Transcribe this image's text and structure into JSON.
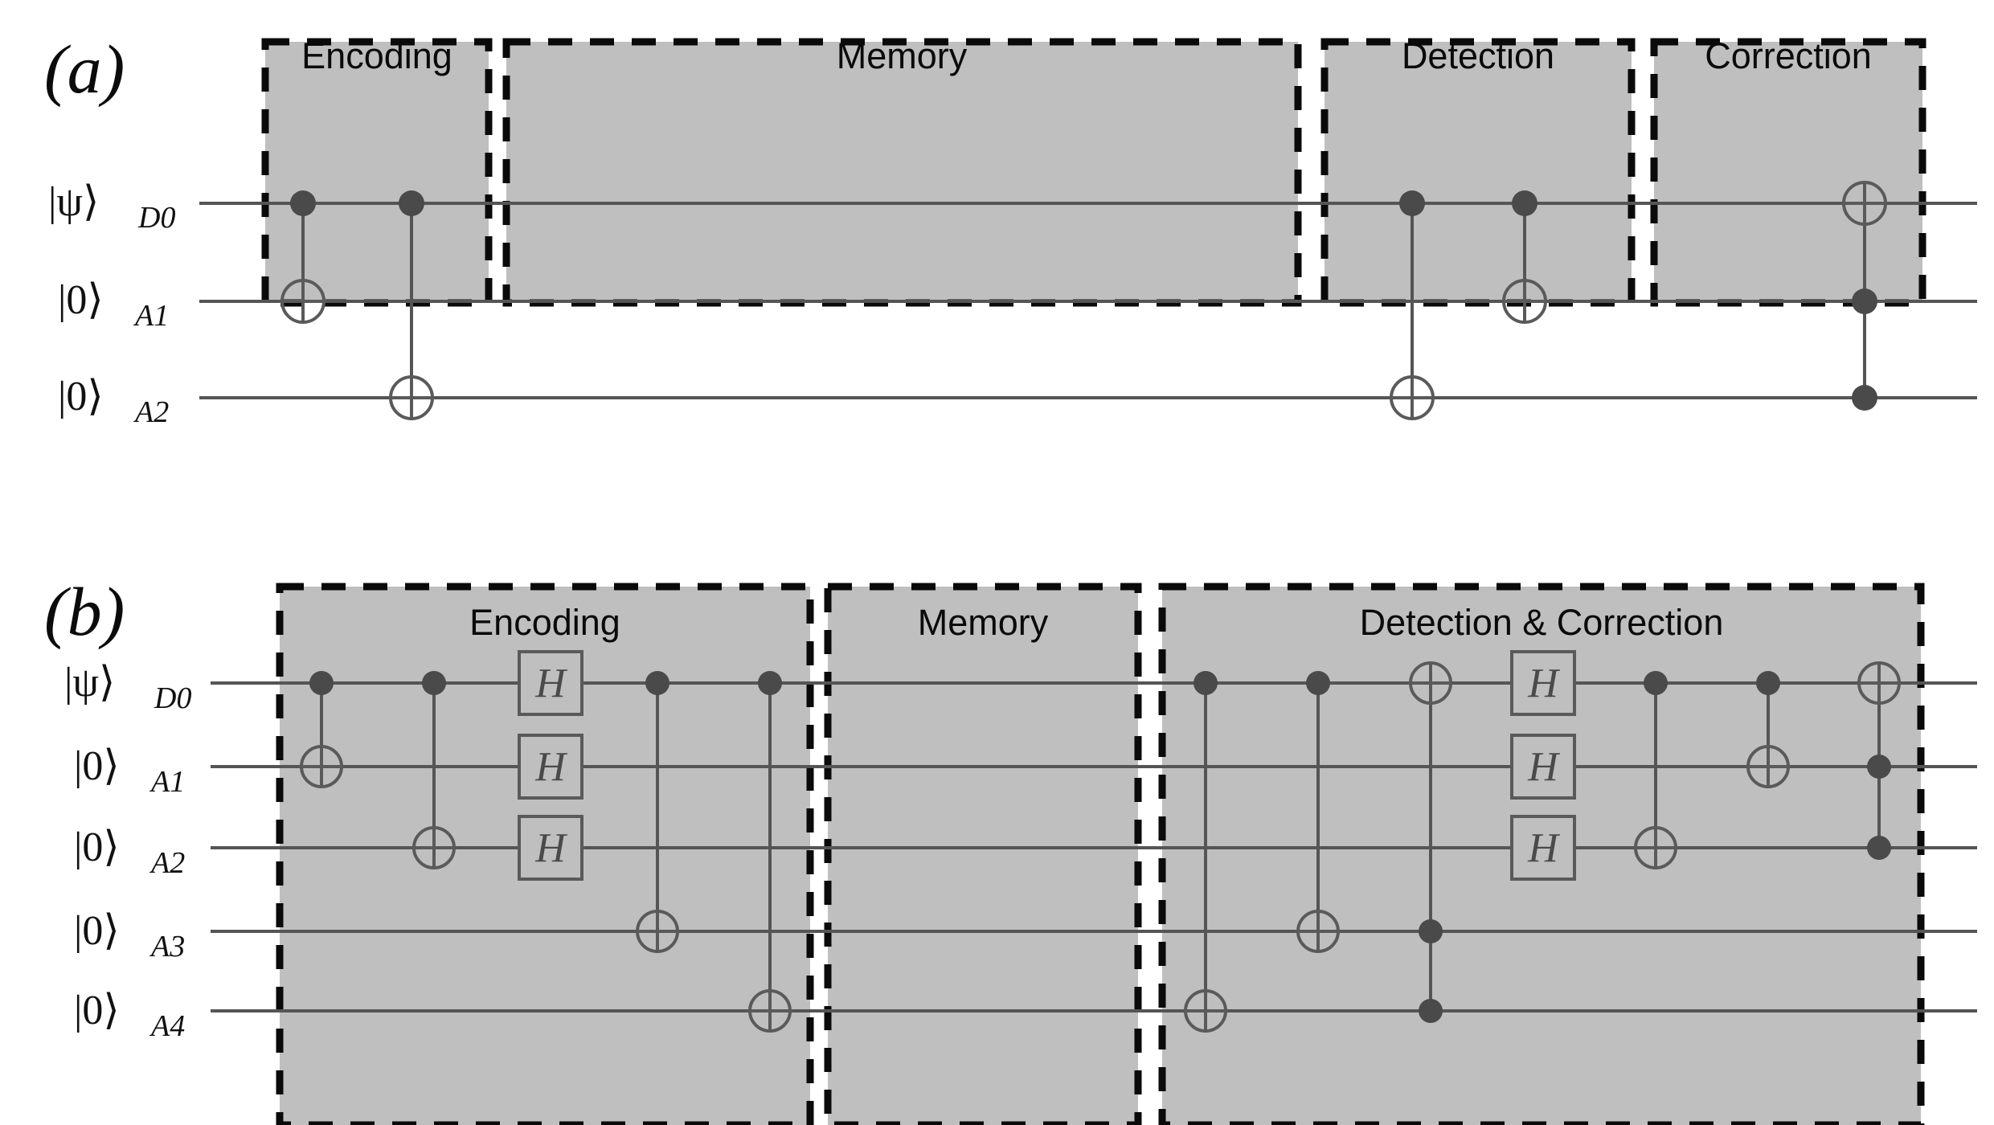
{
  "figure": {
    "background_color": "#ffffff",
    "block_fill_color": "#bfbfbf",
    "block_border_color": "#0a0a0a",
    "wire_color": "#555555",
    "gate_color": "#4a4a4a"
  },
  "panels": [
    {
      "id": "panel-a",
      "letter": "(a)",
      "qubits": [
        {
          "ket": "|0⟩",
          "ket_main": "|ψ⟩",
          "subscript": "D0"
        },
        {
          "ket": "|0⟩",
          "ket_main": "|0⟩",
          "subscript": "A1"
        },
        {
          "ket": "|0⟩",
          "ket_main": "|0⟩",
          "subscript": "A2"
        }
      ],
      "blocks": [
        {
          "id": "block-a-encoding",
          "title": "Encoding"
        },
        {
          "id": "block-a-memory",
          "title": "Memory"
        },
        {
          "id": "block-a-detection",
          "title": "Detection"
        },
        {
          "id": "block-a-correction",
          "title": "Correction"
        }
      ],
      "gates": [
        {
          "block": "Encoding",
          "type": "cnot",
          "control": "D0",
          "target": "A1"
        },
        {
          "block": "Encoding",
          "type": "cnot",
          "control": "D0",
          "target": "A2"
        },
        {
          "block": "Detection",
          "type": "cnot",
          "control": "D0",
          "target": "A2"
        },
        {
          "block": "Detection",
          "type": "cnot",
          "control": "D0",
          "target": "A1"
        },
        {
          "block": "Correction",
          "type": "toffoli",
          "controls": [
            "A1",
            "A2"
          ],
          "target": "D0"
        }
      ]
    },
    {
      "id": "panel-b",
      "letter": "(b)",
      "qubits": [
        {
          "ket_main": "|ψ⟩",
          "subscript": "D0"
        },
        {
          "ket_main": "|0⟩",
          "subscript": "A1"
        },
        {
          "ket_main": "|0⟩",
          "subscript": "A2"
        },
        {
          "ket_main": "|0⟩",
          "subscript": "A3"
        },
        {
          "ket_main": "|0⟩",
          "subscript": "A4"
        }
      ],
      "blocks": [
        {
          "id": "block-b-encoding",
          "title": "Encoding"
        },
        {
          "id": "block-b-memory",
          "title": "Memory"
        },
        {
          "id": "block-b-detcorr",
          "title": "Detection & Correction"
        }
      ],
      "gates": [
        {
          "block": "Encoding",
          "type": "cnot",
          "control": "D0",
          "target": "A1"
        },
        {
          "block": "Encoding",
          "type": "cnot",
          "control": "D0",
          "target": "A2"
        },
        {
          "block": "Encoding",
          "type": "hadamard",
          "label": "H",
          "qubits": [
            "D0",
            "A1",
            "A2"
          ]
        },
        {
          "block": "Encoding",
          "type": "cnot",
          "control": "D0",
          "target": "A3"
        },
        {
          "block": "Encoding",
          "type": "cnot",
          "control": "D0",
          "target": "A4"
        },
        {
          "block": "Detection & Correction",
          "type": "cnot",
          "control": "D0",
          "target": "A4"
        },
        {
          "block": "Detection & Correction",
          "type": "cnot",
          "control": "D0",
          "target": "A3"
        },
        {
          "block": "Detection & Correction",
          "type": "toffoli",
          "controls": [
            "A3",
            "A4"
          ],
          "target": "D0"
        },
        {
          "block": "Detection & Correction",
          "type": "hadamard",
          "label": "H",
          "qubits": [
            "D0",
            "A1",
            "A2"
          ]
        },
        {
          "block": "Detection & Correction",
          "type": "cnot",
          "control": "D0",
          "target": "A2"
        },
        {
          "block": "Detection & Correction",
          "type": "cnot",
          "control": "D0",
          "target": "A1"
        },
        {
          "block": "Detection & Correction",
          "type": "toffoli",
          "controls": [
            "A1",
            "A2"
          ],
          "target": "D0"
        }
      ]
    }
  ],
  "gate_labels": {
    "hadamard": "H"
  }
}
